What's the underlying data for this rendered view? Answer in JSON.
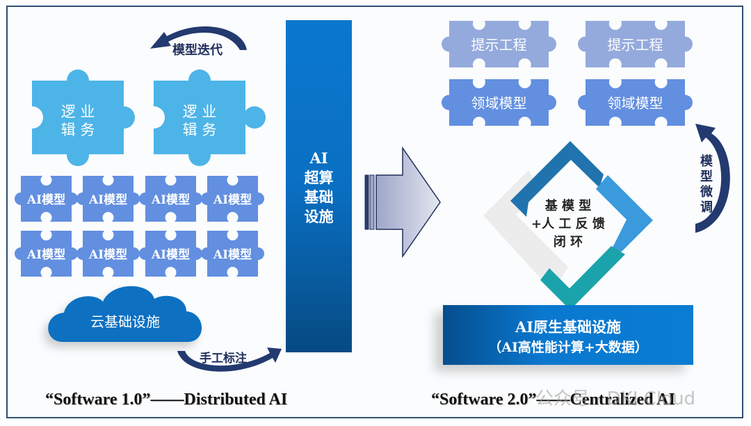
{
  "left_panel": {
    "iteration_label": "模型迭代",
    "business_logic_pieces": [
      {
        "line1": "逻 业",
        "line2": "辑 务"
      },
      {
        "line1": "逻 业",
        "line2": "辑 务"
      }
    ],
    "ai_model_pieces": [
      "AI模型",
      "AI模型",
      "AI模型",
      "AI模型",
      "AI模型",
      "AI模型",
      "AI模型",
      "AI模型"
    ],
    "cloud_label": "云基础设施",
    "annotation_label": "手工标注",
    "caption": "“Software 1.0”——Distributed AI"
  },
  "center": {
    "tower_lines": [
      "AI",
      "超算",
      "基础",
      "设施"
    ],
    "arrow": "right-arrow"
  },
  "right_panel": {
    "prompt_pieces": [
      "提示工程",
      "提示工程"
    ],
    "domain_model_pieces": [
      "领域模型",
      "领域模型"
    ],
    "cycle_lines": [
      "基 模 型",
      "+人 工 反 馈",
      "闭 环"
    ],
    "finetune_label": [
      "模",
      "型",
      "微",
      "调"
    ],
    "infra_line1": "AI原生基础设施",
    "infra_line2": "（AI高性能计算+大数据）",
    "caption": "“Software 2.0”——Centralized AI"
  },
  "watermark": "公众号 · DKI Cloud",
  "colors": {
    "frame": "#2f4f75",
    "business_piece": "#4db4e8",
    "ai_model_piece": "#628fe0",
    "prompt_piece": "#94aadc",
    "domain_piece": "#628fe0",
    "cloud": "#0b6fc1",
    "arrow_navy": "#233a70",
    "cycle_dark": "#2073ad",
    "cycle_light": "#3a9adc",
    "cycle_teal": "#1ba3ab",
    "cycle_grey": "#eeeeee"
  }
}
